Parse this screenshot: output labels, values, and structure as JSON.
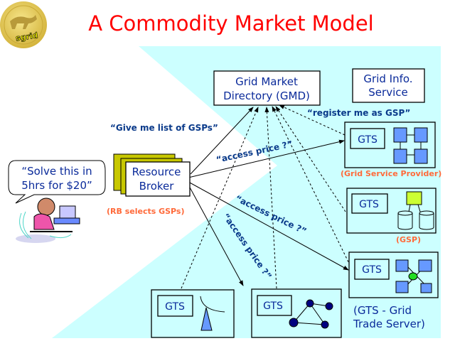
{
  "title": "A Commodity Market Model",
  "logo": {
    "text": "sgrid"
  },
  "nodes": {
    "gmd": [
      "Grid Market",
      "Directory (GMD)"
    ],
    "gis": [
      "Grid Info.",
      "Service"
    ],
    "broker": [
      "Resource",
      "Broker"
    ],
    "gts": "GTS"
  },
  "speech": [
    "“Solve this in",
    "5hrs for $20”"
  ],
  "labels": {
    "give_list": "“Give me list of GSPs”",
    "register": "“register me as GSP”",
    "access_price": "“access price ?”",
    "rb_selects": "(RB selects GSPs)",
    "gsp_full": "(Grid Service Provider)",
    "gsp": "(GSP)",
    "gts_legend": [
      "(GTS - Grid",
      "Trade Server)"
    ]
  },
  "colors": {
    "title": "#ff0000",
    "background_shape": "#ccffff",
    "quote": "#0a3a8a",
    "note": "#ff6a3a",
    "broker_stack": "#c8c800"
  }
}
